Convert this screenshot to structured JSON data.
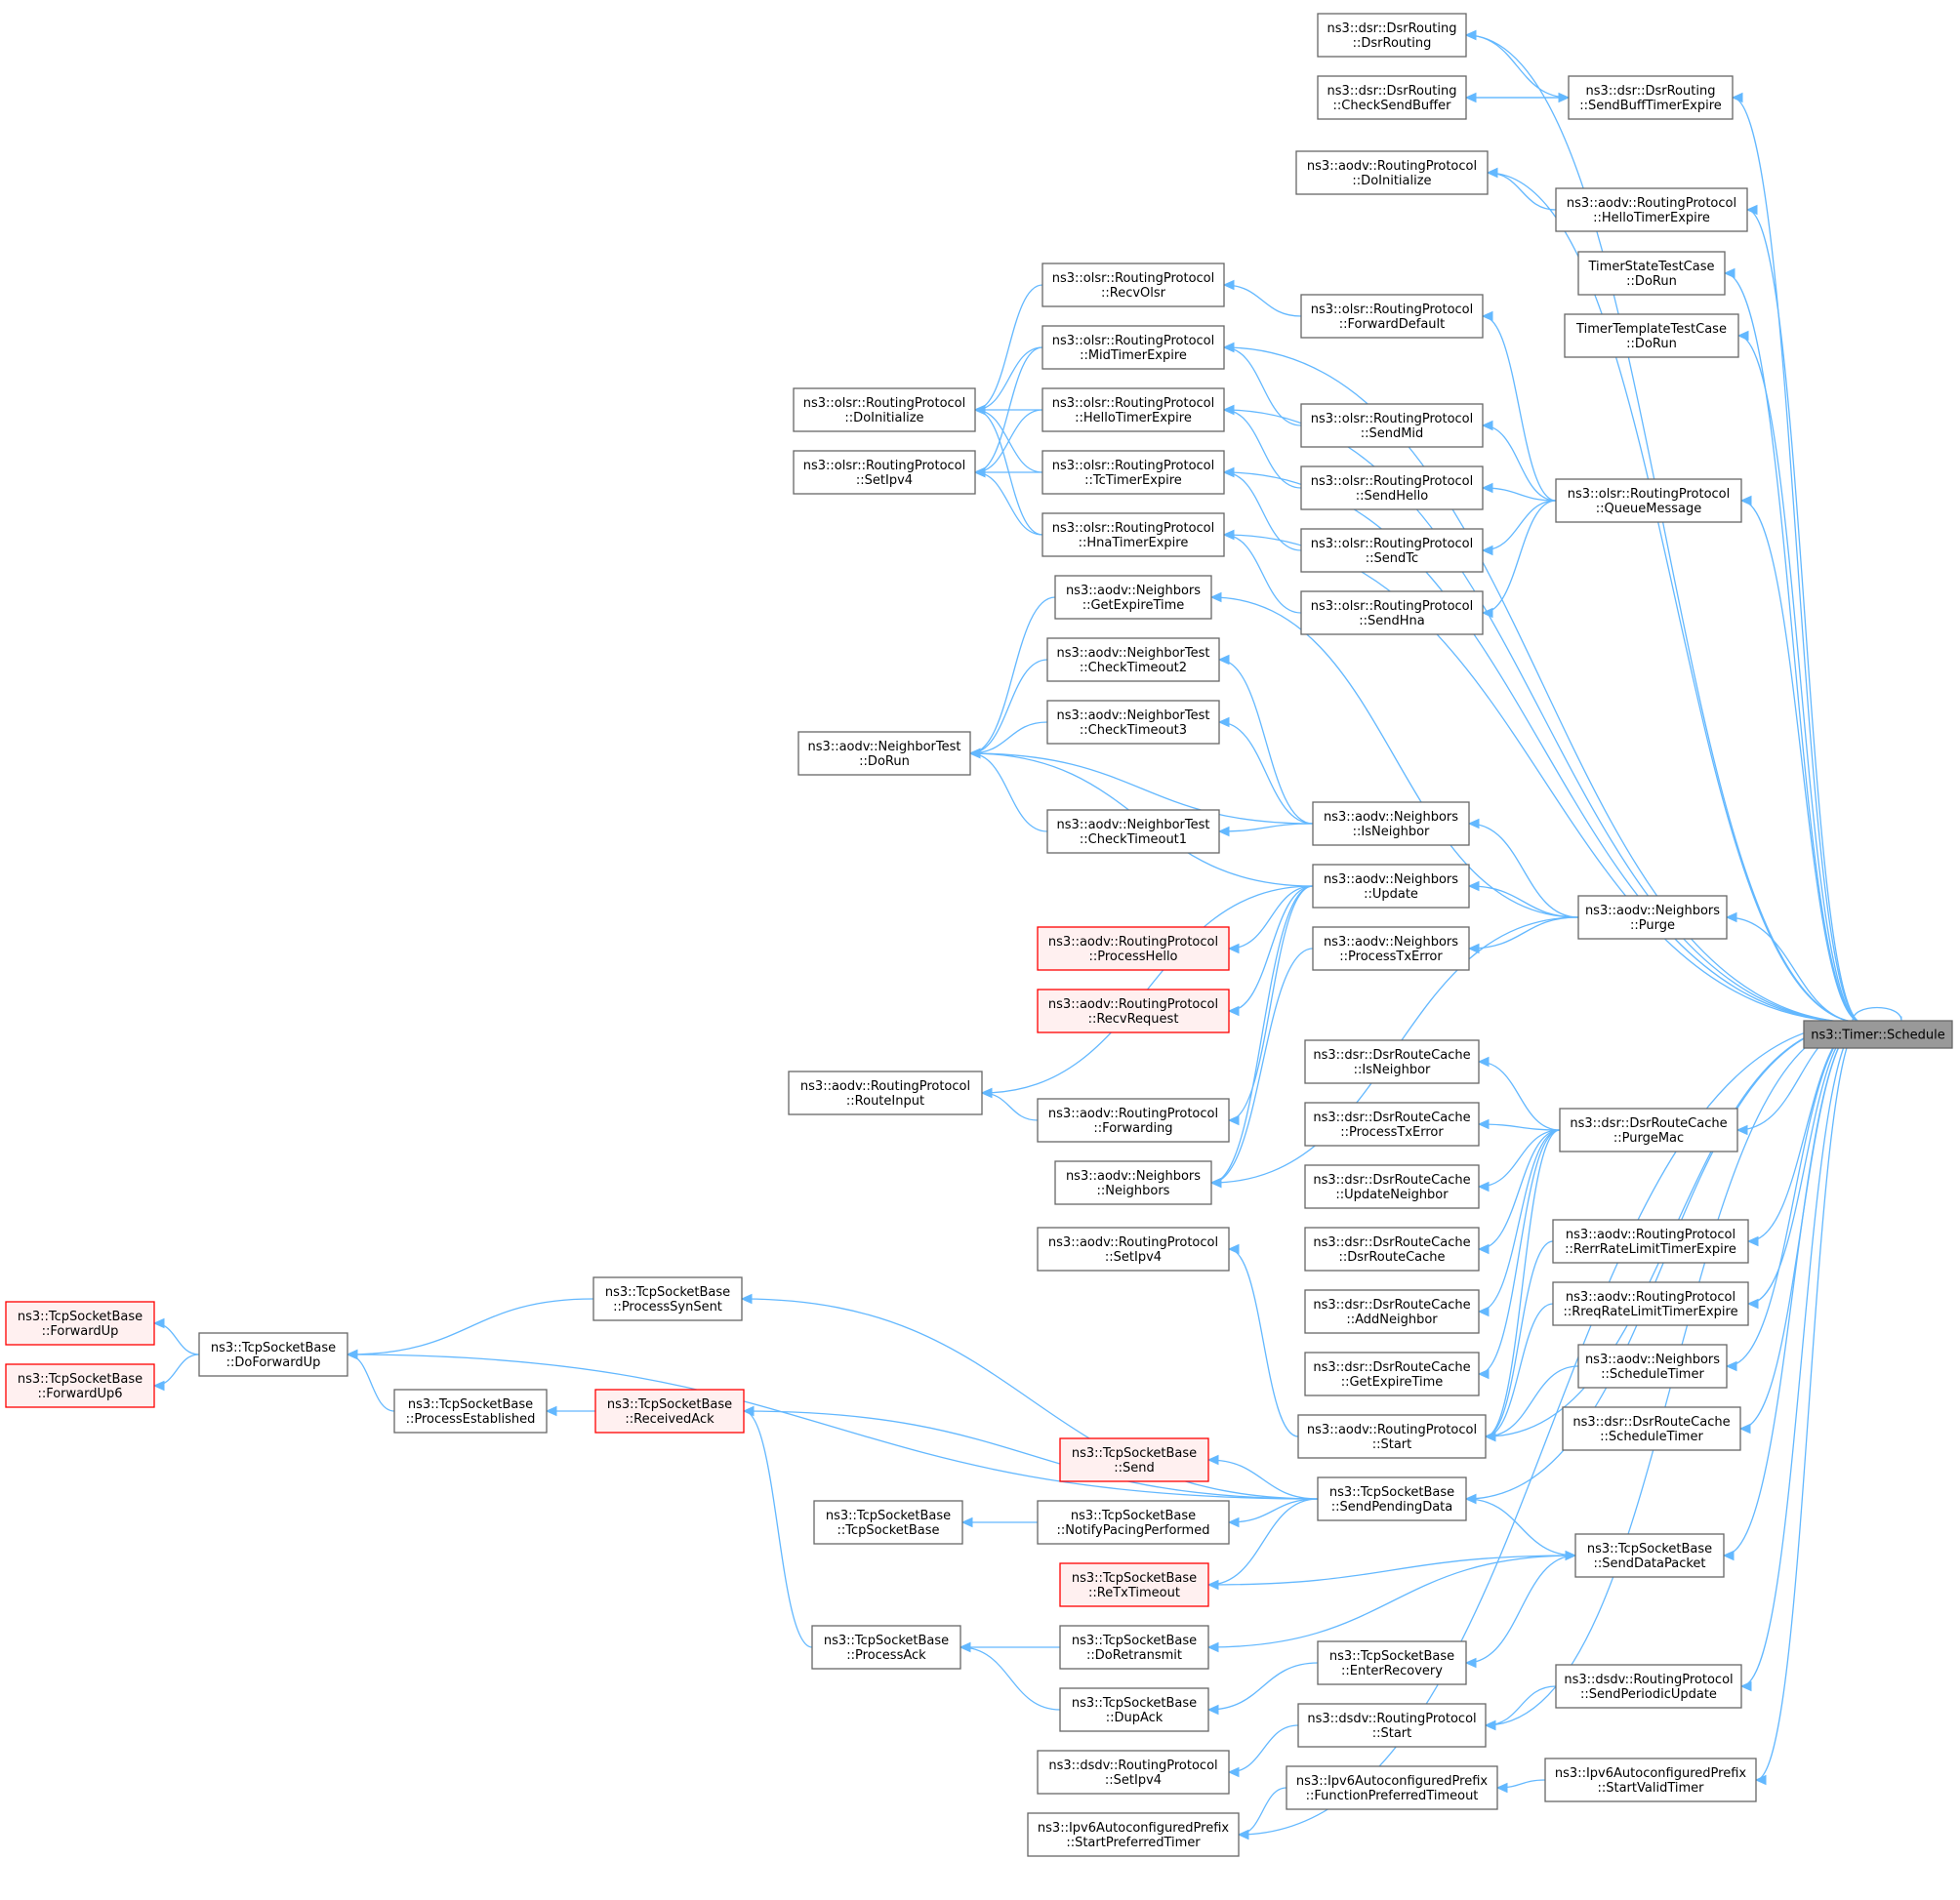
{
  "diagram": {
    "nodes": [
      {
        "id": "schedule",
        "lines": [
          "ns3::Timer::Schedule"
        ],
        "style": "root"
      },
      {
        "id": "dsrRoutingCtor",
        "lines": [
          "ns3::dsr::DsrRouting",
          "::DsrRouting"
        ]
      },
      {
        "id": "dsrCheckSendBuffer",
        "lines": [
          "ns3::dsr::DsrRouting",
          "::CheckSendBuffer"
        ]
      },
      {
        "id": "dsrSendBuffTimerExpire",
        "lines": [
          "ns3::dsr::DsrRouting",
          "::SendBuffTimerExpire"
        ]
      },
      {
        "id": "aodvDoInitialize",
        "lines": [
          "ns3::aodv::RoutingProtocol",
          "::DoInitialize"
        ]
      },
      {
        "id": "aodvHelloTimerExpire",
        "lines": [
          "ns3::aodv::RoutingProtocol",
          "::HelloTimerExpire"
        ]
      },
      {
        "id": "timerStateTest",
        "lines": [
          "TimerStateTestCase",
          "::DoRun"
        ]
      },
      {
        "id": "timerTemplateTest",
        "lines": [
          "TimerTemplateTestCase",
          "::DoRun"
        ]
      },
      {
        "id": "olsrRecvOlsr",
        "lines": [
          "ns3::olsr::RoutingProtocol",
          "::RecvOlsr"
        ]
      },
      {
        "id": "olsrForwardDefault",
        "lines": [
          "ns3::olsr::RoutingProtocol",
          "::ForwardDefault"
        ]
      },
      {
        "id": "olsrMidTimerExpire",
        "lines": [
          "ns3::olsr::RoutingProtocol",
          "::MidTimerExpire"
        ]
      },
      {
        "id": "olsrDoInitialize",
        "lines": [
          "ns3::olsr::RoutingProtocol",
          "::DoInitialize"
        ]
      },
      {
        "id": "olsrHelloTimerExpire",
        "lines": [
          "ns3::olsr::RoutingProtocol",
          "::HelloTimerExpire"
        ]
      },
      {
        "id": "olsrSendMid",
        "lines": [
          "ns3::olsr::RoutingProtocol",
          "::SendMid"
        ]
      },
      {
        "id": "olsrSetIpv4",
        "lines": [
          "ns3::olsr::RoutingProtocol",
          "::SetIpv4"
        ]
      },
      {
        "id": "olsrTcTimerExpire",
        "lines": [
          "ns3::olsr::RoutingProtocol",
          "::TcTimerExpire"
        ]
      },
      {
        "id": "olsrSendHello",
        "lines": [
          "ns3::olsr::RoutingProtocol",
          "::SendHello"
        ]
      },
      {
        "id": "olsrQueueMessage",
        "lines": [
          "ns3::olsr::RoutingProtocol",
          "::QueueMessage"
        ]
      },
      {
        "id": "olsrHnaTimerExpire",
        "lines": [
          "ns3::olsr::RoutingProtocol",
          "::HnaTimerExpire"
        ]
      },
      {
        "id": "olsrSendTc",
        "lines": [
          "ns3::olsr::RoutingProtocol",
          "::SendTc"
        ]
      },
      {
        "id": "olsrSendHna",
        "lines": [
          "ns3::olsr::RoutingProtocol",
          "::SendHna"
        ]
      },
      {
        "id": "nbGetExpireTime",
        "lines": [
          "ns3::aodv::Neighbors",
          "::GetExpireTime"
        ]
      },
      {
        "id": "ntCheckTimeout2",
        "lines": [
          "ns3::aodv::NeighborTest",
          "::CheckTimeout2"
        ]
      },
      {
        "id": "ntCheckTimeout3",
        "lines": [
          "ns3::aodv::NeighborTest",
          "::CheckTimeout3"
        ]
      },
      {
        "id": "ntDoRun",
        "lines": [
          "ns3::aodv::NeighborTest",
          "::DoRun"
        ]
      },
      {
        "id": "ntCheckTimeout1",
        "lines": [
          "ns3::aodv::NeighborTest",
          "::CheckTimeout1"
        ]
      },
      {
        "id": "nbIsNeighbor",
        "lines": [
          "ns3::aodv::Neighbors",
          "::IsNeighbor"
        ]
      },
      {
        "id": "nbUpdate",
        "lines": [
          "ns3::aodv::Neighbors",
          "::Update"
        ]
      },
      {
        "id": "nbPurge",
        "lines": [
          "ns3::aodv::Neighbors",
          "::Purge"
        ]
      },
      {
        "id": "aodvProcessHello",
        "lines": [
          "ns3::aodv::RoutingProtocol",
          "::ProcessHello"
        ],
        "style": "red"
      },
      {
        "id": "nbProcessTxError",
        "lines": [
          "ns3::aodv::Neighbors",
          "::ProcessTxError"
        ]
      },
      {
        "id": "aodvRecvRequest",
        "lines": [
          "ns3::aodv::RoutingProtocol",
          "::RecvRequest"
        ],
        "style": "red"
      },
      {
        "id": "aodvRouteInput",
        "lines": [
          "ns3::aodv::RoutingProtocol",
          "::RouteInput"
        ]
      },
      {
        "id": "aodvForwarding",
        "lines": [
          "ns3::aodv::RoutingProtocol",
          "::Forwarding"
        ]
      },
      {
        "id": "nbNeighbors",
        "lines": [
          "ns3::aodv::Neighbors",
          "::Neighbors"
        ]
      },
      {
        "id": "drcIsNeighbor",
        "lines": [
          "ns3::dsr::DsrRouteCache",
          "::IsNeighbor"
        ]
      },
      {
        "id": "drcProcessTxError",
        "lines": [
          "ns3::dsr::DsrRouteCache",
          "::ProcessTxError"
        ]
      },
      {
        "id": "drcPurgeMac",
        "lines": [
          "ns3::dsr::DsrRouteCache",
          "::PurgeMac"
        ]
      },
      {
        "id": "drcUpdateNeighbor",
        "lines": [
          "ns3::dsr::DsrRouteCache",
          "::UpdateNeighbor"
        ]
      },
      {
        "id": "drcCtor",
        "lines": [
          "ns3::dsr::DsrRouteCache",
          "::DsrRouteCache"
        ]
      },
      {
        "id": "aodvRerrRate",
        "lines": [
          "ns3::aodv::RoutingProtocol",
          "::RerrRateLimitTimerExpire"
        ]
      },
      {
        "id": "aodvSetIpv4",
        "lines": [
          "ns3::aodv::RoutingProtocol",
          "::SetIpv4"
        ]
      },
      {
        "id": "drcAddNeighbor",
        "lines": [
          "ns3::dsr::DsrRouteCache",
          "::AddNeighbor"
        ]
      },
      {
        "id": "aodvRreqRate",
        "lines": [
          "ns3::aodv::RoutingProtocol",
          "::RreqRateLimitTimerExpire"
        ]
      },
      {
        "id": "drcGetExpireTime",
        "lines": [
          "ns3::dsr::DsrRouteCache",
          "::GetExpireTime"
        ]
      },
      {
        "id": "nbScheduleTimer",
        "lines": [
          "ns3::aodv::Neighbors",
          "::ScheduleTimer"
        ]
      },
      {
        "id": "drcScheduleTimer",
        "lines": [
          "ns3::dsr::DsrRouteCache",
          "::ScheduleTimer"
        ]
      },
      {
        "id": "aodvStart",
        "lines": [
          "ns3::aodv::RoutingProtocol",
          "::Start"
        ]
      },
      {
        "id": "tcpForwardUp",
        "lines": [
          "ns3::TcpSocketBase",
          "::ForwardUp"
        ],
        "style": "red"
      },
      {
        "id": "tcpForwardUp6",
        "lines": [
          "ns3::TcpSocketBase",
          "::ForwardUp6"
        ],
        "style": "red"
      },
      {
        "id": "tcpDoForwardUp",
        "lines": [
          "ns3::TcpSocketBase",
          "::DoForwardUp"
        ]
      },
      {
        "id": "tcpProcessSynSent",
        "lines": [
          "ns3::TcpSocketBase",
          "::ProcessSynSent"
        ]
      },
      {
        "id": "tcpProcessEstablished",
        "lines": [
          "ns3::TcpSocketBase",
          "::ProcessEstablished"
        ]
      },
      {
        "id": "tcpReceivedAck",
        "lines": [
          "ns3::TcpSocketBase",
          "::ReceivedAck"
        ],
        "style": "red"
      },
      {
        "id": "tcpSend",
        "lines": [
          "ns3::TcpSocketBase",
          "::Send"
        ],
        "style": "red"
      },
      {
        "id": "tcpSendPendingData",
        "lines": [
          "ns3::TcpSocketBase",
          "::SendPendingData"
        ]
      },
      {
        "id": "tcpCtor",
        "lines": [
          "ns3::TcpSocketBase",
          "::TcpSocketBase"
        ]
      },
      {
        "id": "tcpNotifyPacing",
        "lines": [
          "ns3::TcpSocketBase",
          "::NotifyPacingPerformed"
        ]
      },
      {
        "id": "tcpSendDataPacket",
        "lines": [
          "ns3::TcpSocketBase",
          "::SendDataPacket"
        ]
      },
      {
        "id": "tcpReTxTimeout",
        "lines": [
          "ns3::TcpSocketBase",
          "::ReTxTimeout"
        ],
        "style": "red"
      },
      {
        "id": "tcpProcessAck",
        "lines": [
          "ns3::TcpSocketBase",
          "::ProcessAck"
        ]
      },
      {
        "id": "tcpDoRetransmit",
        "lines": [
          "ns3::TcpSocketBase",
          "::DoRetransmit"
        ]
      },
      {
        "id": "tcpEnterRecovery",
        "lines": [
          "ns3::TcpSocketBase",
          "::EnterRecovery"
        ]
      },
      {
        "id": "tcpDupAck",
        "lines": [
          "ns3::TcpSocketBase",
          "::DupAck"
        ]
      },
      {
        "id": "dsdvSendPeriodic",
        "lines": [
          "ns3::dsdv::RoutingProtocol",
          "::SendPeriodicUpdate"
        ]
      },
      {
        "id": "dsdvStart",
        "lines": [
          "ns3::dsdv::RoutingProtocol",
          "::Start"
        ]
      },
      {
        "id": "dsdvSetIpv4",
        "lines": [
          "ns3::dsdv::RoutingProtocol",
          "::SetIpv4"
        ]
      },
      {
        "id": "ipv6FuncPreferred",
        "lines": [
          "ns3::Ipv6AutoconfiguredPrefix",
          "::FunctionPreferredTimeout"
        ]
      },
      {
        "id": "ipv6StartValid",
        "lines": [
          "ns3::Ipv6AutoconfiguredPrefix",
          "::StartValidTimer"
        ]
      },
      {
        "id": "ipv6StartPreferred",
        "lines": [
          "ns3::Ipv6AutoconfiguredPrefix",
          "::StartPreferredTimer"
        ]
      }
    ],
    "edges": [
      [
        "dsrRoutingCtor",
        "dsrSendBuffTimerExpire"
      ],
      [
        "dsrRoutingCtor",
        "schedule"
      ],
      [
        "dsrSendBuffTimerExpire",
        "dsrCheckSendBuffer"
      ],
      [
        "dsrCheckSendBuffer",
        "dsrSendBuffTimerExpire"
      ],
      [
        "dsrSendBuffTimerExpire",
        "schedule"
      ],
      [
        "aodvDoInitialize",
        "aodvHelloTimerExpire"
      ],
      [
        "aodvDoInitialize",
        "schedule"
      ],
      [
        "aodvHelloTimerExpire",
        "schedule"
      ],
      [
        "timerStateTest",
        "schedule"
      ],
      [
        "timerTemplateTest",
        "schedule"
      ],
      [
        "olsrDoInitialize",
        "olsrRecvOlsr"
      ],
      [
        "olsrRecvOlsr",
        "olsrForwardDefault"
      ],
      [
        "olsrForwardDefault",
        "olsrQueueMessage"
      ],
      [
        "olsrDoInitialize",
        "olsrMidTimerExpire"
      ],
      [
        "olsrDoInitialize",
        "olsrHelloTimerExpire"
      ],
      [
        "olsrDoInitialize",
        "olsrTcTimerExpire"
      ],
      [
        "olsrDoInitialize",
        "olsrHnaTimerExpire"
      ],
      [
        "olsrSetIpv4",
        "olsrMidTimerExpire"
      ],
      [
        "olsrSetIpv4",
        "olsrHelloTimerExpire"
      ],
      [
        "olsrSetIpv4",
        "olsrTcTimerExpire"
      ],
      [
        "olsrSetIpv4",
        "olsrHnaTimerExpire"
      ],
      [
        "olsrMidTimerExpire",
        "olsrSendMid"
      ],
      [
        "olsrMidTimerExpire",
        "schedule"
      ],
      [
        "olsrHelloTimerExpire",
        "olsrSendHello"
      ],
      [
        "olsrHelloTimerExpire",
        "schedule"
      ],
      [
        "olsrTcTimerExpire",
        "olsrSendTc"
      ],
      [
        "olsrTcTimerExpire",
        "schedule"
      ],
      [
        "olsrHnaTimerExpire",
        "olsrSendHna"
      ],
      [
        "olsrHnaTimerExpire",
        "schedule"
      ],
      [
        "olsrSendMid",
        "olsrQueueMessage"
      ],
      [
        "olsrSendHello",
        "olsrQueueMessage"
      ],
      [
        "olsrSendTc",
        "olsrQueueMessage"
      ],
      [
        "olsrSendHna",
        "olsrQueueMessage"
      ],
      [
        "olsrQueueMessage",
        "schedule"
      ],
      [
        "ntDoRun",
        "nbGetExpireTime"
      ],
      [
        "ntDoRun",
        "ntCheckTimeout2"
      ],
      [
        "ntDoRun",
        "ntCheckTimeout3"
      ],
      [
        "ntDoRun",
        "ntCheckTimeout1"
      ],
      [
        "ntDoRun",
        "nbIsNeighbor"
      ],
      [
        "ntDoRun",
        "nbUpdate"
      ],
      [
        "nbGetExpireTime",
        "nbPurge"
      ],
      [
        "ntCheckTimeout2",
        "nbIsNeighbor"
      ],
      [
        "ntCheckTimeout3",
        "nbIsNeighbor"
      ],
      [
        "ntCheckTimeout1",
        "nbIsNeighbor"
      ],
      [
        "nbIsNeighbor",
        "nbPurge"
      ],
      [
        "aodvProcessHello",
        "nbUpdate"
      ],
      [
        "aodvRecvRequest",
        "nbUpdate"
      ],
      [
        "aodvRouteInput",
        "nbUpdate"
      ],
      [
        "aodvForwarding",
        "nbUpdate"
      ],
      [
        "aodvRouteInput",
        "aodvForwarding"
      ],
      [
        "nbNeighbors",
        "nbUpdate"
      ],
      [
        "nbNeighbors",
        "nbProcessTxError"
      ],
      [
        "nbNeighbors",
        "nbPurge"
      ],
      [
        "nbUpdate",
        "nbPurge"
      ],
      [
        "nbProcessTxError",
        "nbPurge"
      ],
      [
        "nbPurge",
        "schedule"
      ],
      [
        "drcIsNeighbor",
        "drcPurgeMac"
      ],
      [
        "drcProcessTxError",
        "drcPurgeMac"
      ],
      [
        "drcUpdateNeighbor",
        "drcPurgeMac"
      ],
      [
        "drcCtor",
        "drcPurgeMac"
      ],
      [
        "drcAddNeighbor",
        "drcPurgeMac"
      ],
      [
        "drcGetExpireTime",
        "drcPurgeMac"
      ],
      [
        "drcPurgeMac",
        "schedule"
      ],
      [
        "aodvStart",
        "drcPurgeMac"
      ],
      [
        "aodvStart",
        "aodvRerrRate"
      ],
      [
        "aodvStart",
        "aodvRreqRate"
      ],
      [
        "aodvStart",
        "nbScheduleTimer"
      ],
      [
        "aodvStart",
        "schedule"
      ],
      [
        "aodvSetIpv4",
        "aodvStart"
      ],
      [
        "aodvRerrRate",
        "schedule"
      ],
      [
        "aodvRreqRate",
        "schedule"
      ],
      [
        "nbScheduleTimer",
        "schedule"
      ],
      [
        "drcScheduleTimer",
        "schedule"
      ],
      [
        "tcpForwardUp",
        "tcpDoForwardUp"
      ],
      [
        "tcpForwardUp6",
        "tcpDoForwardUp"
      ],
      [
        "tcpDoForwardUp",
        "tcpProcessSynSent"
      ],
      [
        "tcpDoForwardUp",
        "tcpProcessEstablished"
      ],
      [
        "tcpDoForwardUp",
        "tcpSendPendingData"
      ],
      [
        "tcpProcessSynSent",
        "tcpSendPendingData"
      ],
      [
        "tcpProcessEstablished",
        "tcpReceivedAck"
      ],
      [
        "tcpReceivedAck",
        "tcpSendPendingData"
      ],
      [
        "tcpReceivedAck",
        "tcpProcessAck"
      ],
      [
        "tcpSend",
        "tcpSendPendingData"
      ],
      [
        "tcpCtor",
        "tcpNotifyPacing"
      ],
      [
        "tcpNotifyPacing",
        "tcpSendPendingData"
      ],
      [
        "tcpReTxTimeout",
        "tcpSendPendingData"
      ],
      [
        "tcpSendPendingData",
        "tcpSendDataPacket"
      ],
      [
        "tcpSendPendingData",
        "schedule"
      ],
      [
        "tcpSendDataPacket",
        "tcpReTxTimeout"
      ],
      [
        "tcpSendDataPacket",
        "schedule"
      ],
      [
        "tcpProcessAck",
        "tcpDoRetransmit"
      ],
      [
        "tcpProcessAck",
        "tcpDupAck"
      ],
      [
        "tcpDoRetransmit",
        "tcpSendDataPacket"
      ],
      [
        "tcpDupAck",
        "tcpEnterRecovery"
      ],
      [
        "tcpEnterRecovery",
        "tcpSendDataPacket"
      ],
      [
        "dsdvSetIpv4",
        "dsdvStart"
      ],
      [
        "dsdvStart",
        "dsdvSendPeriodic"
      ],
      [
        "dsdvStart",
        "schedule"
      ],
      [
        "dsdvSendPeriodic",
        "schedule"
      ],
      [
        "ipv6StartPreferred",
        "ipv6FuncPreferred"
      ],
      [
        "ipv6StartPreferred",
        "schedule"
      ],
      [
        "ipv6FuncPreferred",
        "ipv6StartValid"
      ],
      [
        "ipv6StartValid",
        "schedule"
      ],
      [
        "schedule",
        "schedule"
      ]
    ]
  }
}
